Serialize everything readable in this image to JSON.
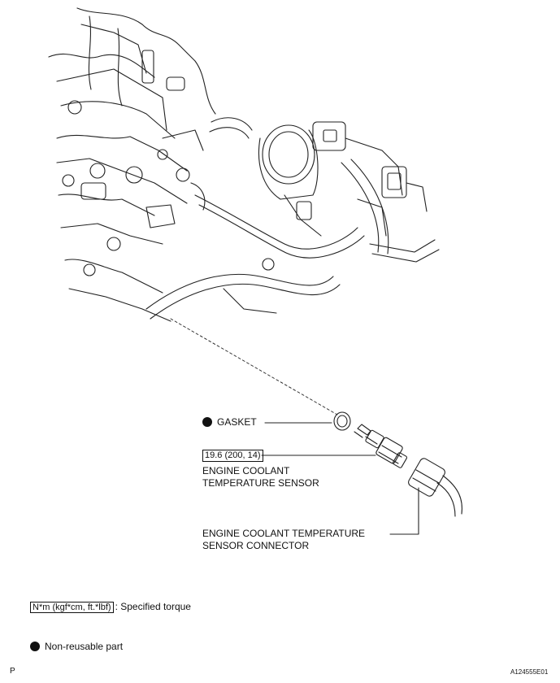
{
  "labels": {
    "gasket": "GASKET",
    "torque_value": "19.6 (200, 14)",
    "sensor_line1": "ENGINE COOLANT",
    "sensor_line2": "TEMPERATURE SENSOR",
    "connector_line1": "ENGINE COOLANT TEMPERATURE",
    "connector_line2": "SENSOR CONNECTOR"
  },
  "legend": {
    "torque_unit": "N*m (kgf*cm, ft.*lbf)",
    "torque_desc": ": Specified torque",
    "nonreusable": "Non-reusable part"
  },
  "corner": {
    "left_mark": "P",
    "figure_id": "A124555E01"
  }
}
